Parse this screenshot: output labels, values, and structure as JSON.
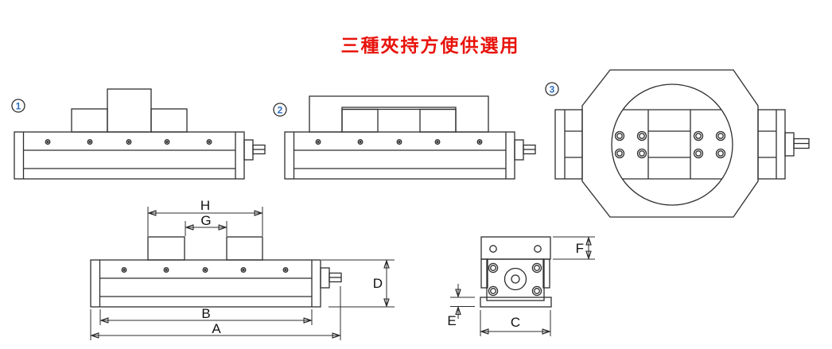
{
  "title": "三種夾持方使供選用",
  "colors": {
    "machine": "#d9ebf8",
    "workpiece": "#f9d8e6",
    "outline": "#2e2e2e",
    "label": "#111111",
    "title-red": "#e8130c",
    "number-blue": "#2e6fc1"
  },
  "figures": {
    "one": "1",
    "two": "2",
    "three": "3"
  },
  "dims": {
    "A": "A",
    "B": "B",
    "C": "C",
    "D": "D",
    "E": "E",
    "F": "F",
    "G": "G",
    "H": "H"
  }
}
